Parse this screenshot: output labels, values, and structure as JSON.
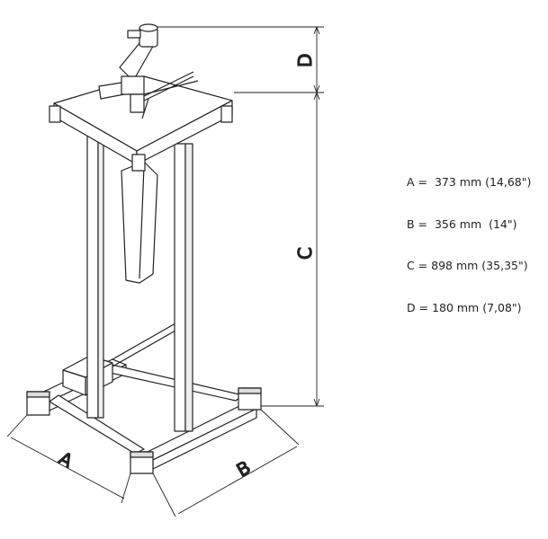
{
  "dimension_labels": {
    "A": "A",
    "B": "B",
    "C": "C",
    "D": "D"
  },
  "legend": [
    "A =  373 mm (14,68\")",
    "B =  356 mm  (14\")",
    "C = 898 mm (35,35\")",
    "D = 180 mm (7,08\")"
  ]
}
